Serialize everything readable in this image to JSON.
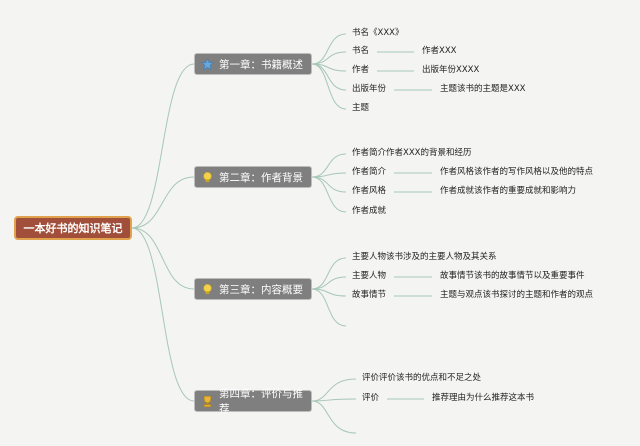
{
  "root": {
    "label": "一本好书的知识笔记"
  },
  "colors": {
    "root_bg": "#a14f3a",
    "root_border": "#e0a24c",
    "chapter_bg": "#7f7f7f",
    "line": "#a6c7b6"
  },
  "chapters": [
    {
      "label": "第一章：书籍概述",
      "icon": "star-icon",
      "items": [
        {
          "text": "书名《XXX》"
        },
        {
          "text": "书名",
          "sub": "作者XXX"
        },
        {
          "text": "作者",
          "sub": "出版年份XXXX"
        },
        {
          "text": "出版年份",
          "sub": "主题该书的主题是XXX"
        },
        {
          "text": "主题"
        }
      ]
    },
    {
      "label": "第二章：作者背景",
      "icon": "bulb-icon",
      "items": [
        {
          "text": "作者简介作者XXX的背景和经历"
        },
        {
          "text": "作者简介",
          "sub": "作者风格该作者的写作风格以及他的特点"
        },
        {
          "text": "作者风格",
          "sub": "作者成就该作者的重要成就和影响力"
        },
        {
          "text": "作者成就"
        }
      ]
    },
    {
      "label": "第三章：内容概要",
      "icon": "bulb-icon",
      "items": [
        {
          "text": "主要人物该书涉及的主要人物及其关系"
        },
        {
          "text": "主要人物",
          "sub": "故事情节该书的故事情节以及重要事件"
        },
        {
          "text": "故事情节",
          "sub": "主题与观点该书探讨的主题和作者的观点"
        },
        {
          "text": ""
        }
      ]
    },
    {
      "label": "第四章：评价与推荐",
      "icon": "trophy-icon",
      "items": [
        {
          "text": "评价评价该书的优点和不足之处"
        },
        {
          "text": "评价",
          "sub": "推荐理由为什么推荐这本书"
        },
        {
          "text": ""
        }
      ]
    }
  ]
}
